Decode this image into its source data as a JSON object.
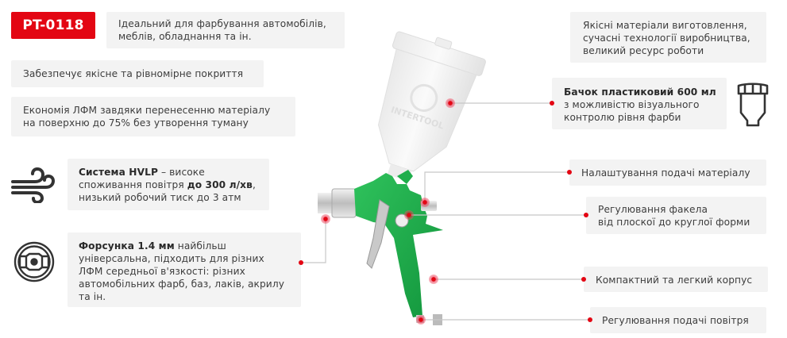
{
  "badge": {
    "label": "PT-0118",
    "color": "#e30613"
  },
  "left_features": [
    {
      "text": "Ідеальний для фарбування автомобілів,",
      "text2": "меблів, обладнання та ін."
    },
    {
      "text": "Забезпечує якісне та рівномірне покриття"
    },
    {
      "text": "Економія ЛФМ завдяки перенесенню матеріалу",
      "text2": "на поверхню до 75% без утворення туману"
    }
  ],
  "hvlp": {
    "icon": "wind-icon",
    "bold1": "Система HVLP",
    "text1": " – високе",
    "text2a": "споживання повітря ",
    "bold2": "до 300 л/хв",
    "text2b": ",",
    "text3": "низький робочий тиск до 3 атм"
  },
  "nozzle": {
    "icon": "nozzle-icon",
    "bold": "Форсунка 1.4 мм",
    "text1": " найбільш",
    "lines": [
      "універсальна, підходить для різних",
      "ЛФМ середньої в'язкості: різних",
      "автомобільних фарб, баз, лаків, акрилу",
      "та ін."
    ]
  },
  "right_features": {
    "materials": {
      "lines": [
        "Якісні матеріали виготовлення,",
        "сучасні технології виробництва,",
        "великий ресурс роботи"
      ]
    },
    "tank": {
      "icon": "paint-cup-icon",
      "bold": "Бачок пластиковий 600 мл",
      "lines": [
        "з можливістю візуального",
        "контролю рівня фарби"
      ]
    },
    "material_feed": {
      "text": "Налаштування подачі матеріалу"
    },
    "fan": {
      "lines": [
        "Регулювання факела",
        "від плоскої до круглої форми"
      ]
    },
    "body": {
      "text": "Компактний та легкий корпус"
    },
    "air": {
      "text": "Регулювання подачі повітря"
    }
  },
  "product_image": {
    "brand": "INTERTOOL",
    "body_color": "#1fae4b",
    "cup_color": "#f4f4f4"
  },
  "colors": {
    "accent": "#e30613",
    "box_bg": "#f3f3f3",
    "line": "#c8c8c8",
    "icon": "#333333"
  }
}
